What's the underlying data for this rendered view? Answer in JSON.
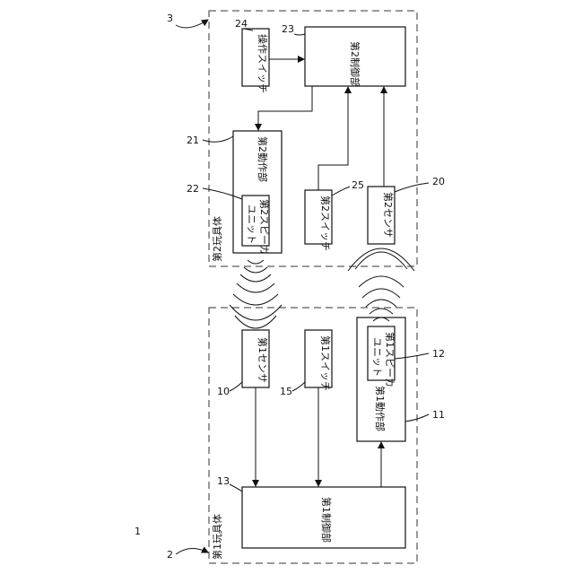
{
  "figure_number": "1",
  "toy1": {
    "label": "第1玩具体",
    "ref": "2",
    "blocks": {
      "sensor": {
        "label": "第1センサ",
        "ref": "10"
      },
      "switch": {
        "label": "第1スイッチ",
        "ref": "15"
      },
      "actuator": {
        "label": "第1動作部",
        "ref": "11"
      },
      "speaker_line1": "第1スピーカ",
      "speaker_line2": "ユニット",
      "speaker_ref": "12",
      "controller": {
        "label": "第1制御部",
        "ref": "13"
      }
    }
  },
  "toy2": {
    "label": "第2玩具体",
    "ref": "3",
    "blocks": {
      "op_switch": {
        "label": "操作スイッチ",
        "ref": "24"
      },
      "controller": {
        "label": "第2制御部",
        "ref": "23"
      },
      "actuator": {
        "label": "第2動作部",
        "ref": "21"
      },
      "speaker_line1": "第2スピーカ",
      "speaker_line2": "ユニット",
      "speaker_ref": "22",
      "switch": {
        "label": "第2スイッチ",
        "ref": "25"
      },
      "sensor": {
        "label": "第2センサ",
        "ref": "20"
      }
    }
  }
}
